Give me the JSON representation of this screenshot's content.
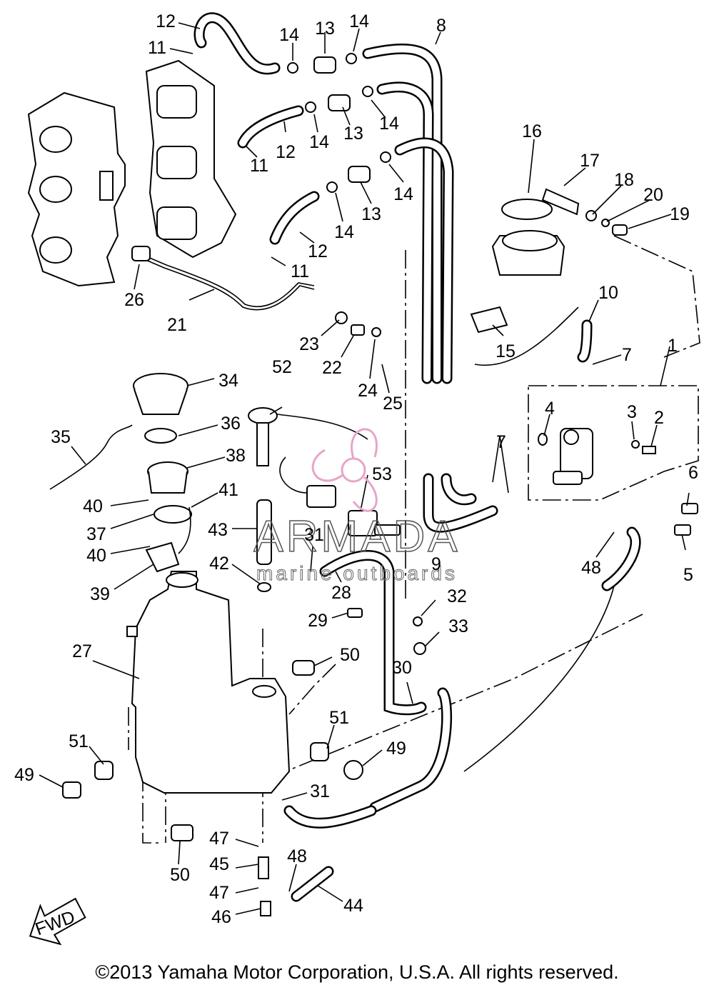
{
  "callouts": [
    {
      "label": "1"
    },
    {
      "label": "2"
    },
    {
      "label": "3"
    },
    {
      "label": "4"
    },
    {
      "label": "5"
    },
    {
      "label": "6"
    },
    {
      "label": "7"
    },
    {
      "label": "7"
    },
    {
      "label": "8"
    },
    {
      "label": "9"
    },
    {
      "label": "10"
    },
    {
      "label": "11"
    },
    {
      "label": "11"
    },
    {
      "label": "11"
    },
    {
      "label": "12"
    },
    {
      "label": "12"
    },
    {
      "label": "12"
    },
    {
      "label": "13"
    },
    {
      "label": "13"
    },
    {
      "label": "13"
    },
    {
      "label": "14"
    },
    {
      "label": "14"
    },
    {
      "label": "14"
    },
    {
      "label": "14"
    },
    {
      "label": "14"
    },
    {
      "label": "14"
    },
    {
      "label": "15"
    },
    {
      "label": "16"
    },
    {
      "label": "17"
    },
    {
      "label": "18"
    },
    {
      "label": "19"
    },
    {
      "label": "20"
    },
    {
      "label": "21"
    },
    {
      "label": "22"
    },
    {
      "label": "23"
    },
    {
      "label": "24"
    },
    {
      "label": "25"
    },
    {
      "label": "26"
    },
    {
      "label": "27"
    },
    {
      "label": "28"
    },
    {
      "label": "29"
    },
    {
      "label": "30"
    },
    {
      "label": "31"
    },
    {
      "label": "31"
    },
    {
      "label": "32"
    },
    {
      "label": "33"
    },
    {
      "label": "34"
    },
    {
      "label": "35"
    },
    {
      "label": "36"
    },
    {
      "label": "37"
    },
    {
      "label": "38"
    },
    {
      "label": "39"
    },
    {
      "label": "40"
    },
    {
      "label": "40"
    },
    {
      "label": "41"
    },
    {
      "label": "42"
    },
    {
      "label": "43"
    },
    {
      "label": "44"
    },
    {
      "label": "45"
    },
    {
      "label": "46"
    },
    {
      "label": "47"
    },
    {
      "label": "47"
    },
    {
      "label": "48"
    },
    {
      "label": "48"
    },
    {
      "label": "49"
    },
    {
      "label": "49"
    },
    {
      "label": "50"
    },
    {
      "label": "50"
    },
    {
      "label": "51"
    },
    {
      "label": "51"
    },
    {
      "label": "52"
    },
    {
      "label": "53"
    }
  ],
  "fwd_arrow": {
    "label": "FWD"
  },
  "watermark": {
    "brand": "ARMADA",
    "tagline": "marine outboards",
    "accent": "#e8a5c8"
  },
  "copyright": "©2013 Yamaha Motor Corporation, U.S.A. All rights reserved.",
  "colors": {
    "line": "#000000",
    "background": "#ffffff"
  }
}
